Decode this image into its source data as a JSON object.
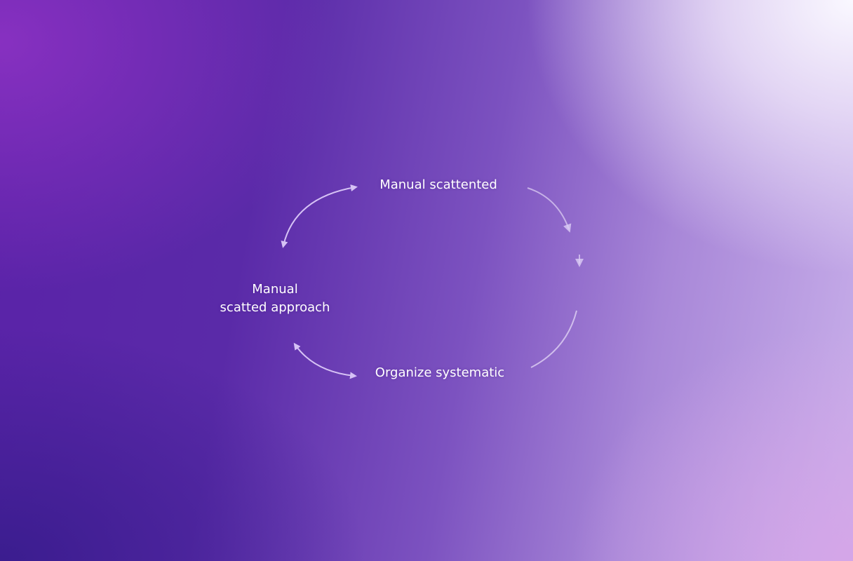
{
  "diagram": {
    "nodes": [
      {
        "id": "top",
        "label": "Manual scattented"
      },
      {
        "id": "left",
        "label_line1": "Manual",
        "label_line2": "scatted approach"
      },
      {
        "id": "bottom",
        "label": "Organize systematic"
      }
    ],
    "arrow_color": "#d6c2f5"
  }
}
